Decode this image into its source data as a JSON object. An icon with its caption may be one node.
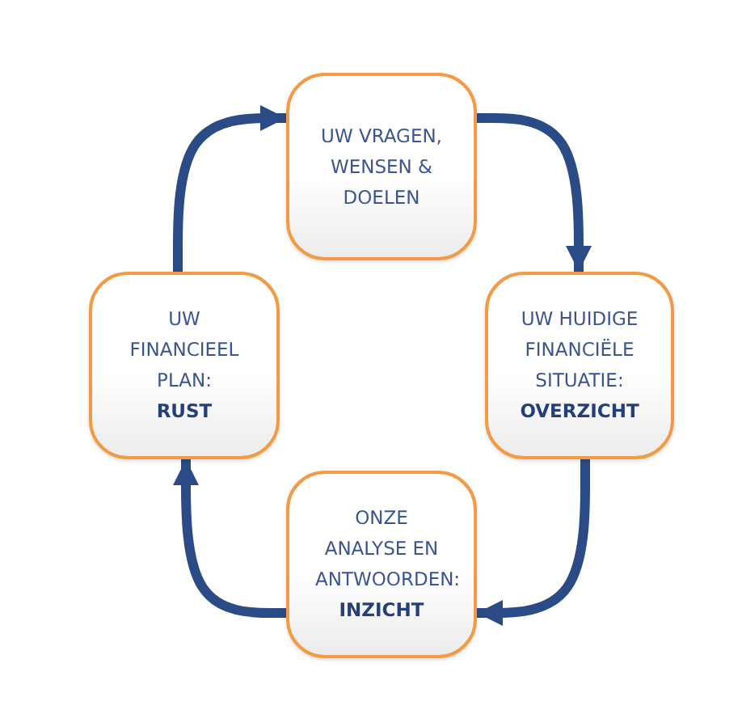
{
  "diagram": {
    "nodes": [
      {
        "text": [
          "UW VRAGEN, WENSEN & DOELEN"
        ]
      },
      {
        "text": [
          "UW HUIDIGE FINANCIËLE SITUATIE: **OVERZICHT**"
        ]
      },
      {
        "text": [
          "ONZE ANALYSE EN ANTWOORDEN: **INZICHT**"
        ]
      },
      {
        "text": [
          "UW FINANCIEEL PLAN: **RUST**"
        ]
      }
    ],
    "edges": [
      {
        "from": 0,
        "to": 1,
        "arrow": "to"
      },
      {
        "from": 1,
        "to": 2,
        "arrow": "to"
      },
      {
        "from": 2,
        "to": 3,
        "arrow": "to"
      },
      {
        "from": 3,
        "to": 0,
        "arrow": "to"
      }
    ]
  }
}
